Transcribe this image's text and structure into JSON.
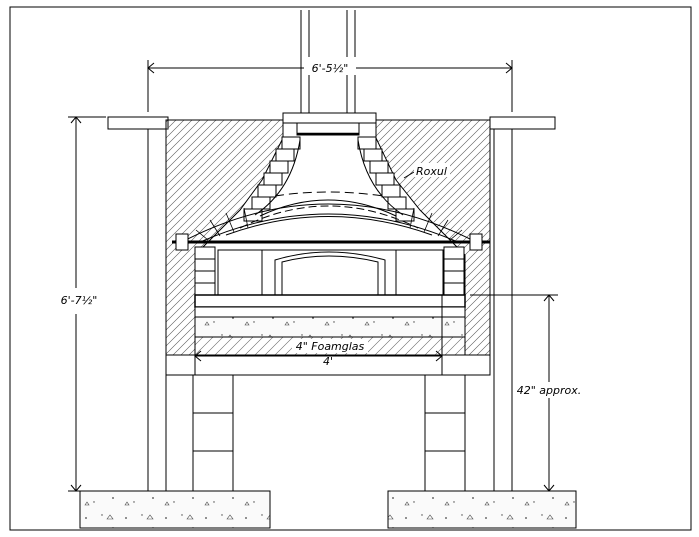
{
  "labels": {
    "top_width": "6'-5½\"",
    "height": "6'-7½\"",
    "material_roxul": "Roxul",
    "material_foamglas": "4\" Foamglas",
    "oven_width": "4'",
    "hearth_height": "42\" approx."
  }
}
